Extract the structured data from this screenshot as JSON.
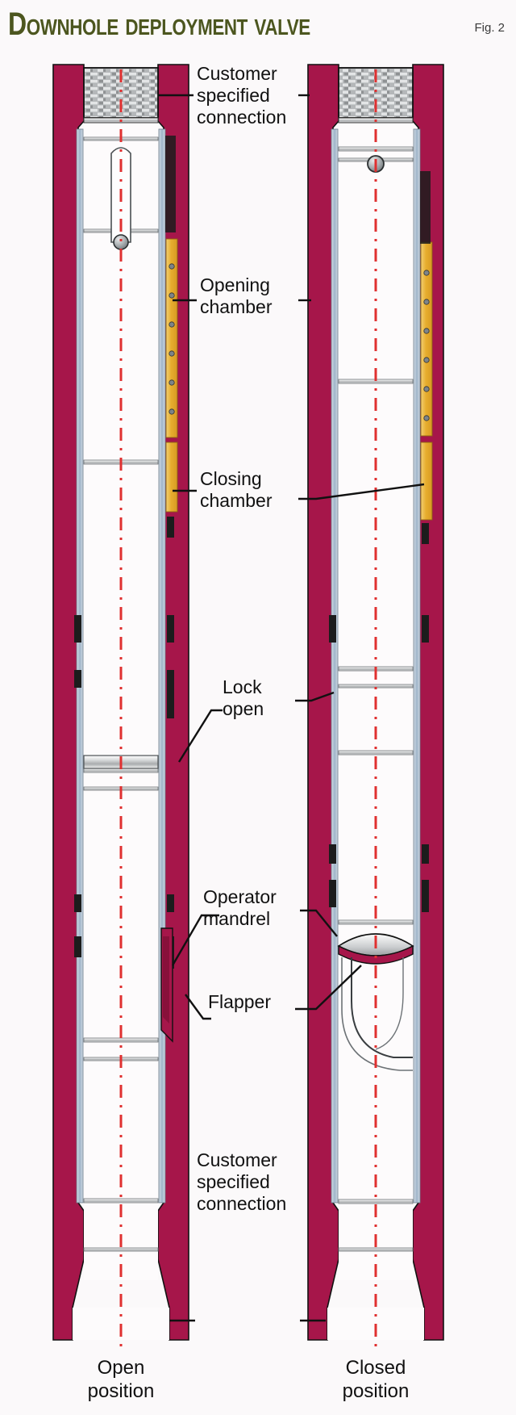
{
  "header": {
    "title": "Downhole deployment valve",
    "figure_number": "Fig. 2"
  },
  "labels": {
    "customer_connection_top": "Customer\nspecified\nconnection",
    "opening_chamber": "Opening\nchamber",
    "closing_chamber": "Closing\nchamber",
    "lock_open": "Lock\nopen",
    "operator_mandrel": "Operator\nmandrel",
    "flapper": "Flapper",
    "customer_connection_bottom": "Customer\nspecified\nconnection"
  },
  "diagrams": [
    {
      "id": "left",
      "caption": "Open\nposition",
      "state": "open"
    },
    {
      "id": "right",
      "caption": "Closed\nposition",
      "state": "closed"
    }
  ],
  "colors": {
    "title_green": "#4c561f",
    "body_crimson": "#a6164a",
    "body_crimson_dark": "#7d0f36",
    "spring_gold": "#e8b43c",
    "sleeve_blue": "#a9bdd2",
    "steel_gray": "#b9bcbe",
    "centerline_red": "#e03030",
    "outline_black": "#1a1a1a",
    "background": "#fbf9fa"
  },
  "components": {
    "threaded_connection": "cross-hatched threaded box connection",
    "centerline": "red dash-dot vertical centerline",
    "ball": "steel ball / piston indicator",
    "flapper_open": "flapper stowed against wall",
    "flapper_closed": "flapper swung across bore"
  }
}
